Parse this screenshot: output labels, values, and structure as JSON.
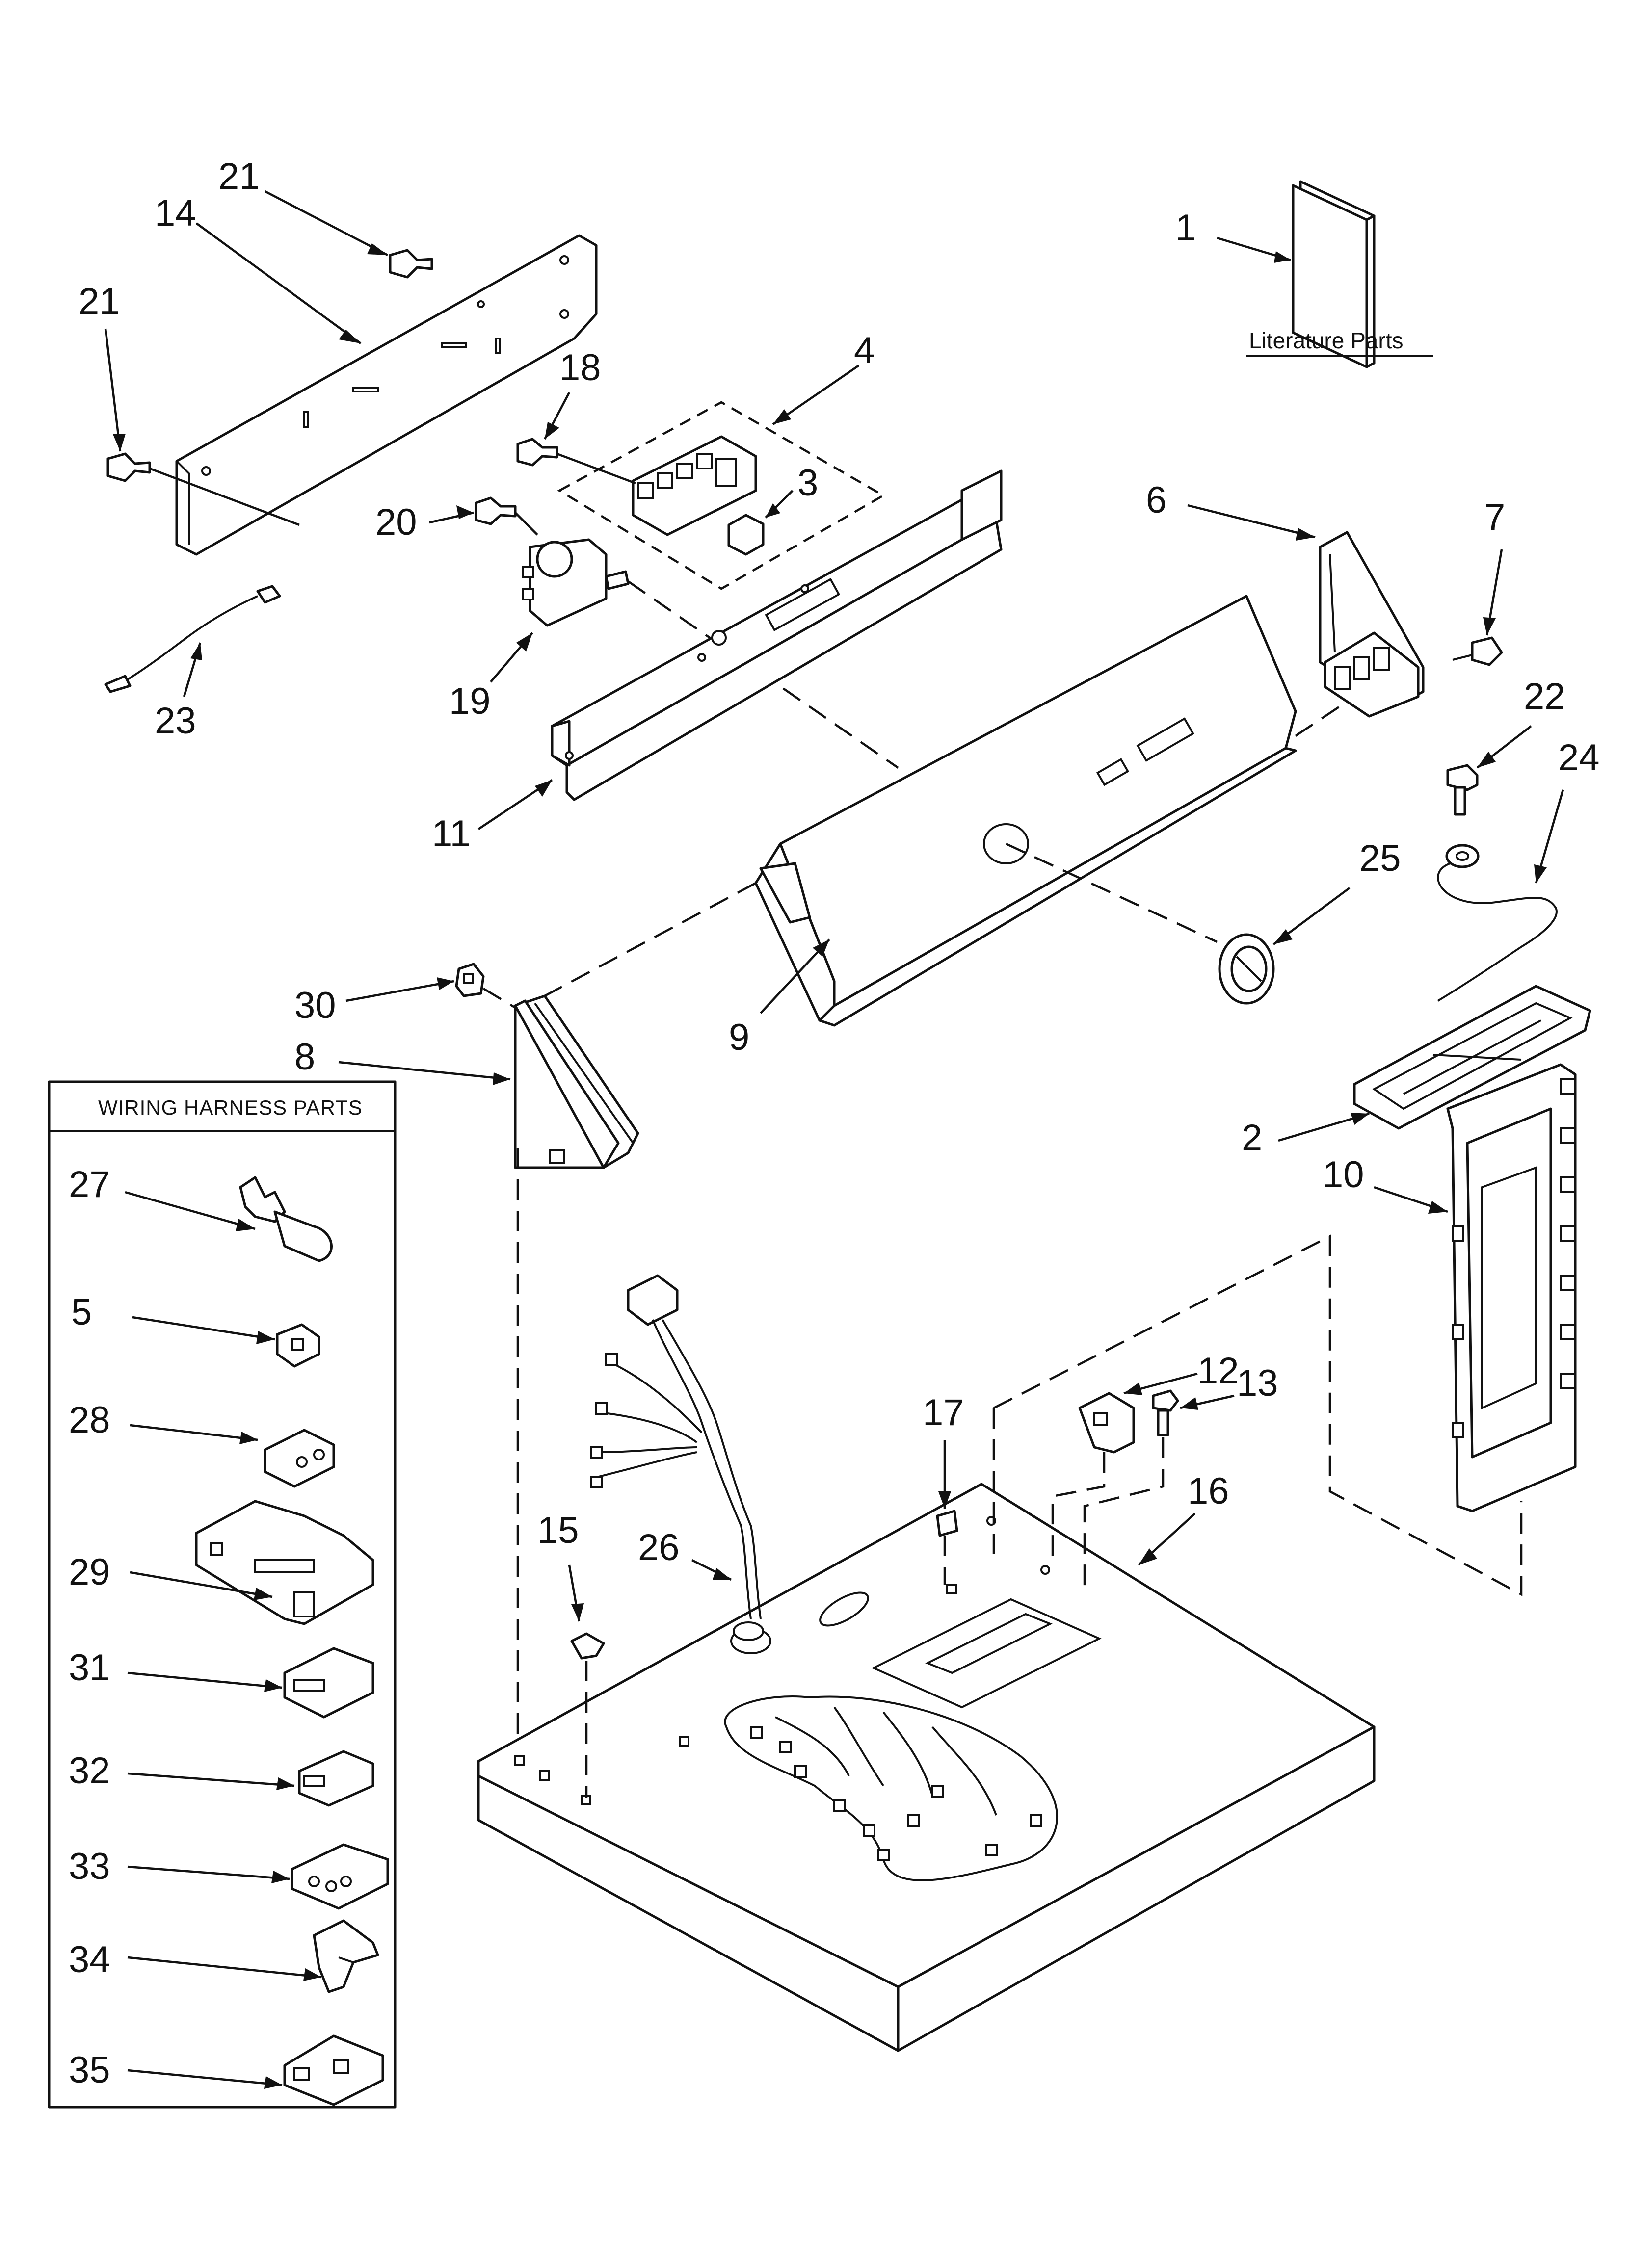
{
  "literature": {
    "label": "Literature Parts"
  },
  "harness_box": {
    "title": "WIRING HARNESS PARTS"
  },
  "callouts": {
    "c1": "1",
    "c2": "2",
    "c3": "3",
    "c4": "4",
    "c5": "5",
    "c6": "6",
    "c7": "7",
    "c8": "8",
    "c9": "9",
    "c10": "10",
    "c11": "11",
    "c12": "12",
    "c13": "13",
    "c14": "14",
    "c15": "15",
    "c16": "16",
    "c17": "17",
    "c18": "18",
    "c19": "19",
    "c20": "20",
    "c21a": "21",
    "c21b": "21",
    "c22": "22",
    "c23": "23",
    "c24": "24",
    "c25": "25",
    "c26": "26",
    "c27": "27",
    "c28": "28",
    "c29": "29",
    "c30": "30",
    "c31": "31",
    "c32": "32",
    "c33": "33",
    "c34": "34",
    "c35": "35"
  }
}
